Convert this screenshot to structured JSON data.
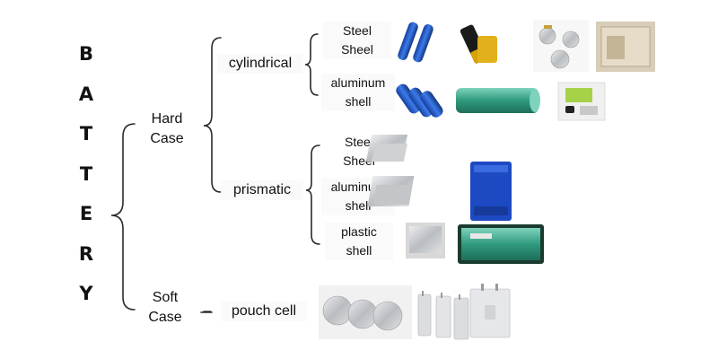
{
  "title_letters": [
    "B",
    "A",
    "T",
    "T",
    "E",
    "R",
    "Y"
  ],
  "categories": {
    "hard_case": [
      "Hard",
      "Case"
    ],
    "soft_case": [
      "Soft",
      "Case"
    ]
  },
  "types": {
    "cylindrical": "cylindrical",
    "prismatic": "prismatic",
    "pouch_cell": "pouch cell",
    "dash": "–"
  },
  "shells": {
    "cyl_steel": [
      "Steel",
      "Sheel"
    ],
    "cyl_aluminum": [
      "aluminum",
      "shell"
    ],
    "pri_steel": [
      "Steel",
      "Sheel"
    ],
    "pri_aluminum": [
      "aluminum",
      "shell"
    ],
    "pri_plastic": [
      "plastic",
      "shell"
    ]
  },
  "pictures": {
    "cyl_steel": [
      "blue-cylinder-cells",
      "aa-battery",
      "coin-cells",
      "prismatic-pack"
    ],
    "cyl_aluminum": [
      "blue-cell-stack",
      "green-tube-cell",
      "small-pcb-battery"
    ],
    "pri_steel": [
      "steel-prismatic-cans"
    ],
    "pri_aluminum": [
      "aluminum-prismatic-cans",
      "blue-prismatic-cell"
    ],
    "pri_plastic": [
      "grey-plastic-cell",
      "green-plastic-cell"
    ],
    "pouch": [
      "silver-pouch-rolls",
      "small-pouch-cells",
      "large-pouch-cell"
    ]
  },
  "colors": {
    "brace": "#2a2a2a",
    "blue_cell": "#1f4fc2",
    "green_cell": "#3aa58a",
    "silver": "#c8c9cc"
  }
}
